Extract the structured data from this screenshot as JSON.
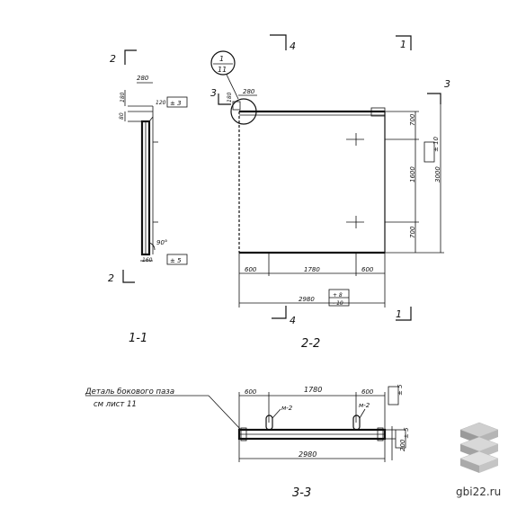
{
  "section_marks": {
    "s1_1_label": "1-1",
    "s2_2_label": "2-2",
    "s3_3_label": "3-3",
    "cut_2": "2",
    "cut_3": "3",
    "cut_4": "4",
    "cut_1": "1"
  },
  "callout": {
    "top": "1",
    "bottom": "11"
  },
  "view_1_1": {
    "dim_top": "280",
    "dim_180": "180",
    "dim_120": "120",
    "tol_top": "± 3",
    "dim_80": "80",
    "angle": "90°",
    "dim_bottom": "160",
    "tol_bottom": "± 5"
  },
  "view_2_2": {
    "dim_280": "280",
    "dim_180": "180",
    "dim_700_top": "700",
    "dim_1600": "1600",
    "dim_700_bot": "700",
    "dim_3000": "3000",
    "tol_right": "± 10",
    "dim_600_left": "600",
    "dim_1780": "1780",
    "dim_600_right": "600",
    "dim_2980": "2980",
    "tol_total_plus": "+ 8",
    "tol_total_minus": "- 10"
  },
  "view_3_3": {
    "note_line1": "Деталь бокового паза",
    "note_line2": "см лист 11",
    "dim_600_left": "600",
    "dim_1780": "1780",
    "dim_600_right": "600",
    "tol_right": "± 5",
    "loop_left": "м-2",
    "loop_right": "м-2",
    "dim_2980": "2980",
    "dim_200": "200",
    "tol_200": "± 5"
  },
  "watermark": {
    "text": "gbi22.ru"
  }
}
